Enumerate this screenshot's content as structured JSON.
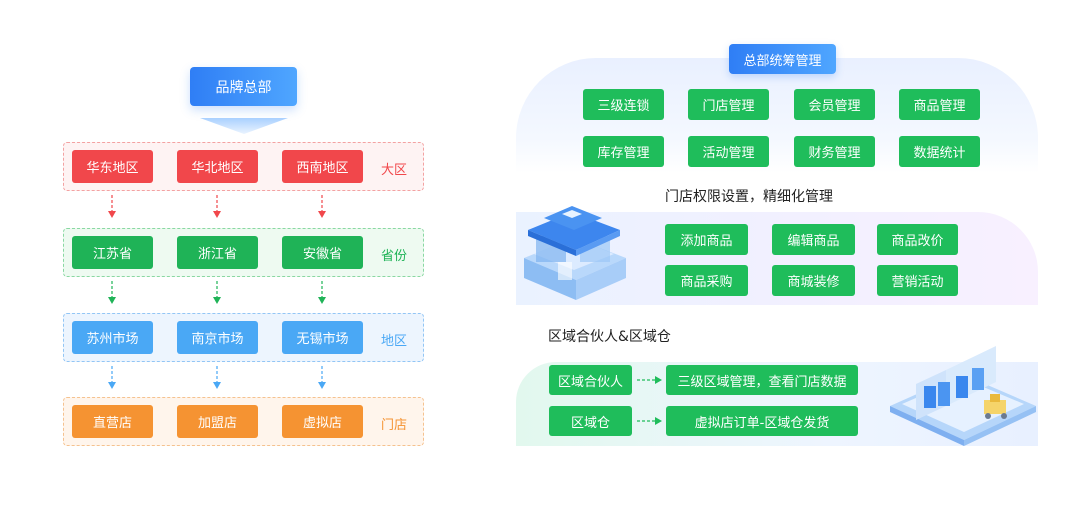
{
  "left_hierarchy": {
    "hq": "品牌总部",
    "tiers": [
      {
        "label": "大区",
        "items": [
          "华东地区",
          "华北地区",
          "西南地区"
        ]
      },
      {
        "label": "省份",
        "items": [
          "江苏省",
          "浙江省",
          "安徽省"
        ]
      },
      {
        "label": "地区",
        "items": [
          "苏州市场",
          "南京市场",
          "无锡市场"
        ]
      },
      {
        "label": "门店",
        "items": [
          "直营店",
          "加盟店",
          "虚拟店"
        ]
      }
    ]
  },
  "right_panel": {
    "hq_management": {
      "title": "总部统筹管理",
      "items": [
        "三级连锁",
        "门店管理",
        "会员管理",
        "商品管理",
        "库存管理",
        "活动管理",
        "财务管理",
        "数据统计"
      ]
    },
    "store_permissions": {
      "title": "门店权限设置，精细化管理",
      "items": [
        "添加商品",
        "编辑商品",
        "商品改价",
        "商品采购",
        "商城装修",
        "营销活动"
      ]
    },
    "regional": {
      "title": "区域合伙人&区域仓",
      "rows": [
        {
          "from": "区域合伙人",
          "to": "三级区域管理，查看门店数据"
        },
        {
          "from": "区域仓",
          "to": "虚拟店订单-区域仓发货"
        }
      ]
    }
  },
  "colors": {
    "red": "#f1474b",
    "green": "#1fb357",
    "blue": "#4aa8f5",
    "orange": "#f59332",
    "hq_blue": "#2f7ef5",
    "action_green": "#1fbd5b"
  }
}
